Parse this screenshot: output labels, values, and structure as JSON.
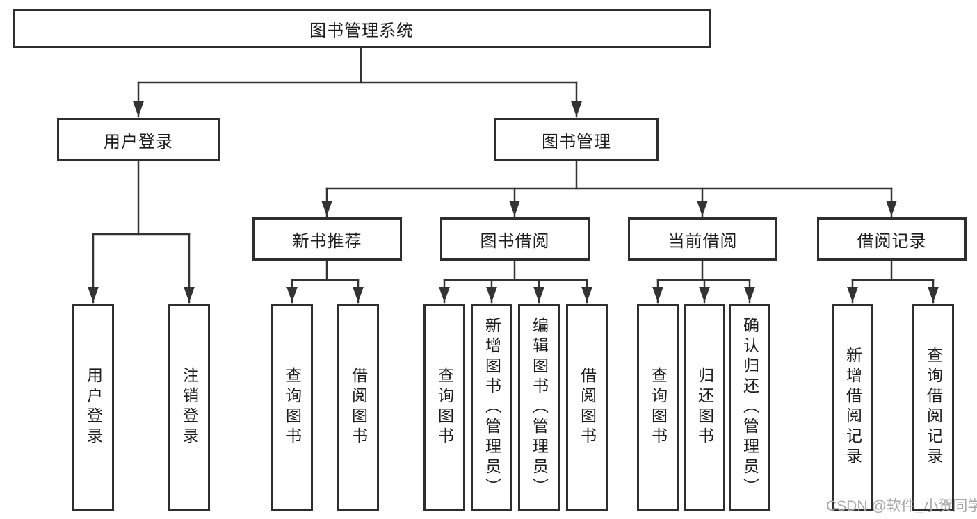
{
  "diagram_type": "hierarchy-tree",
  "colors": {
    "background": "#ffffff",
    "line": "#333333",
    "box_border": "#2e2e2e",
    "text": "#1d1d1d",
    "watermark": "#a8a8a8"
  },
  "tree": {
    "root": {
      "label": "图书管理系统",
      "children": [
        {
          "label": "用户登录",
          "children": [
            {
              "label": "用户登录"
            },
            {
              "label": "注销登录"
            }
          ]
        },
        {
          "label": "图书管理",
          "children": [
            {
              "label": "新书推荐",
              "children": [
                {
                  "label": "查询图书"
                },
                {
                  "label": "借阅图书"
                }
              ]
            },
            {
              "label": "图书借阅",
              "children": [
                {
                  "label": "查询图书"
                },
                {
                  "label": "新增图书（管理员）"
                },
                {
                  "label": "编辑图书（管理员）"
                },
                {
                  "label": "借阅图书"
                }
              ]
            },
            {
              "label": "当前借阅",
              "children": [
                {
                  "label": "查询图书"
                },
                {
                  "label": "归还图书"
                },
                {
                  "label": "确认归还（管理员）"
                }
              ]
            },
            {
              "label": "借阅记录",
              "children": [
                {
                  "label": "新增借阅记录"
                },
                {
                  "label": "查询借阅记录"
                }
              ]
            }
          ]
        }
      ]
    }
  },
  "watermark": {
    "text": "CSDN @软件_小贺同学"
  }
}
